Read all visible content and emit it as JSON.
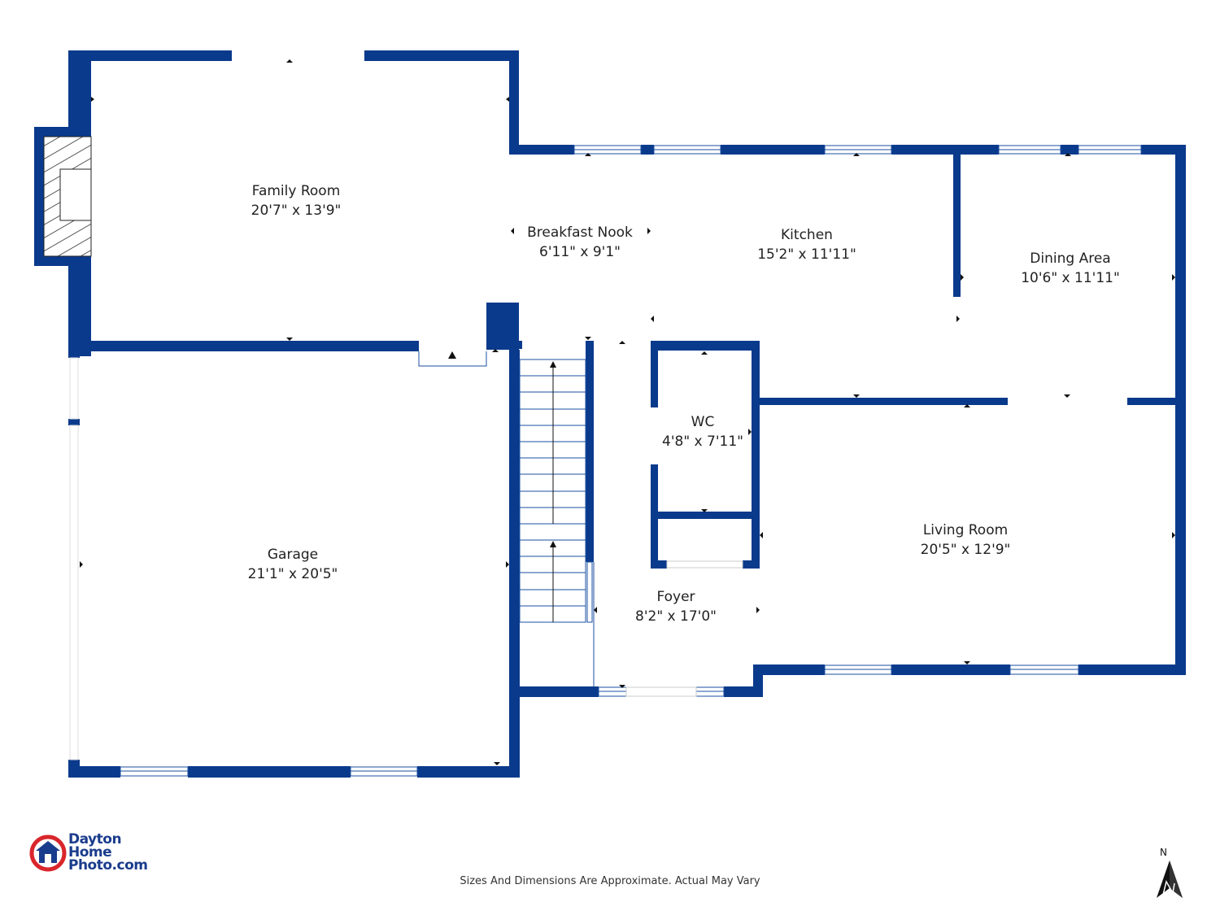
{
  "colors": {
    "wall": "#0a3a8c",
    "line": "#1b4fa0",
    "hatch": "#222222"
  },
  "rooms": [
    {
      "id": "family",
      "name": "Family Room",
      "dims": "20'7\" x 13'9\""
    },
    {
      "id": "breakfast",
      "name": "Breakfast Nook",
      "dims": "6'11\" x 9'1\""
    },
    {
      "id": "kitchen",
      "name": "Kitchen",
      "dims": "15'2\" x 11'11\""
    },
    {
      "id": "dining",
      "name": "Dining Area",
      "dims": "10'6\" x 11'11\""
    },
    {
      "id": "wc",
      "name": "WC",
      "dims": "4'8\" x 7'11\""
    },
    {
      "id": "living",
      "name": "Living Room",
      "dims": "20'5\" x 12'9\""
    },
    {
      "id": "garage",
      "name": "Garage",
      "dims": "21'1\" x 20'5\""
    },
    {
      "id": "foyer",
      "name": "Foyer",
      "dims": "8'2\" x 17'0\""
    }
  ],
  "disclaimer": "Sizes And Dimensions Are Approximate. Actual May Vary",
  "logo": {
    "line1": "Dayton",
    "line2": "Home",
    "line3": "Photo.com",
    "icon": "house-logo-icon"
  },
  "compass": {
    "label": "N",
    "icon": "north-arrow-icon"
  }
}
